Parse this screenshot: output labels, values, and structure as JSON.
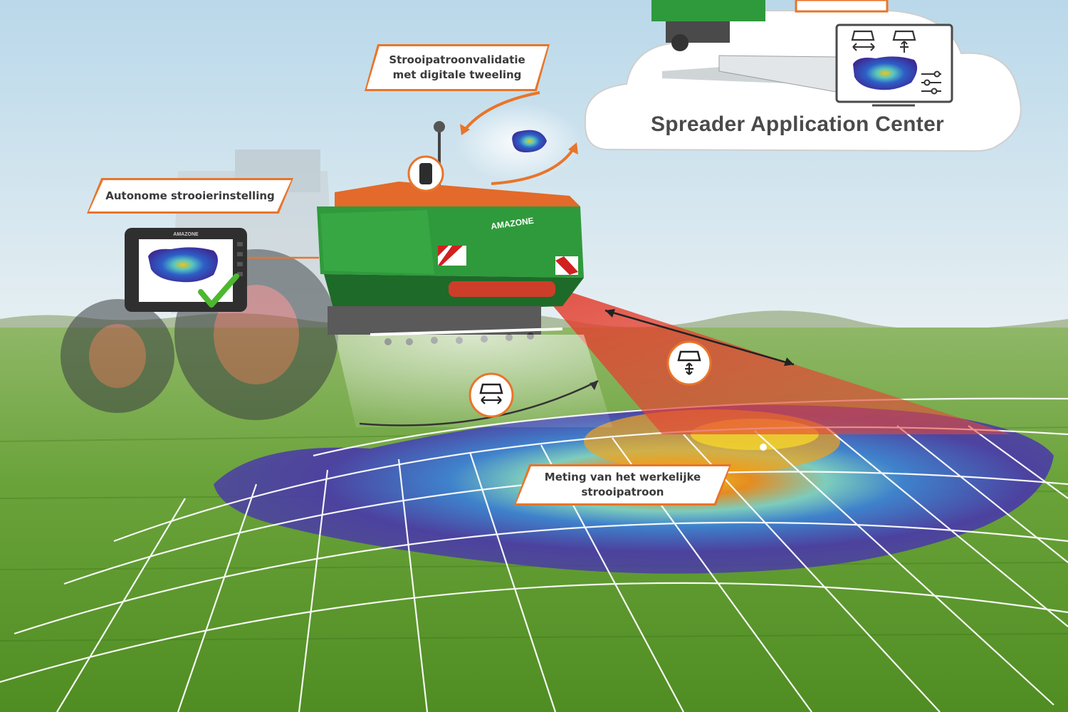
{
  "callouts": {
    "validation_line1": "Strooipatroonvalidatie",
    "validation_line2": "met digitale tweeling",
    "autonomous": "Autonome strooierinstelling",
    "measurement_line1": "Meting van het werkelijke",
    "measurement_line2": "strooipatroon"
  },
  "cloud": {
    "title": "Spreader Application Center"
  },
  "machine": {
    "brand": "AMAZONE"
  },
  "terminal": {
    "brand": "AMAZONE"
  },
  "colors": {
    "accent_orange": "#e8752a",
    "machine_green": "#2f9a3c",
    "check_green": "#4cb82f",
    "sky": "#cfe4ee",
    "field": "#5f9a2f"
  },
  "icons": {
    "spread_adjust": "spreader-adjust-icon",
    "spread_width": "spreader-width-icon",
    "checkmark": "checkmark-icon"
  }
}
